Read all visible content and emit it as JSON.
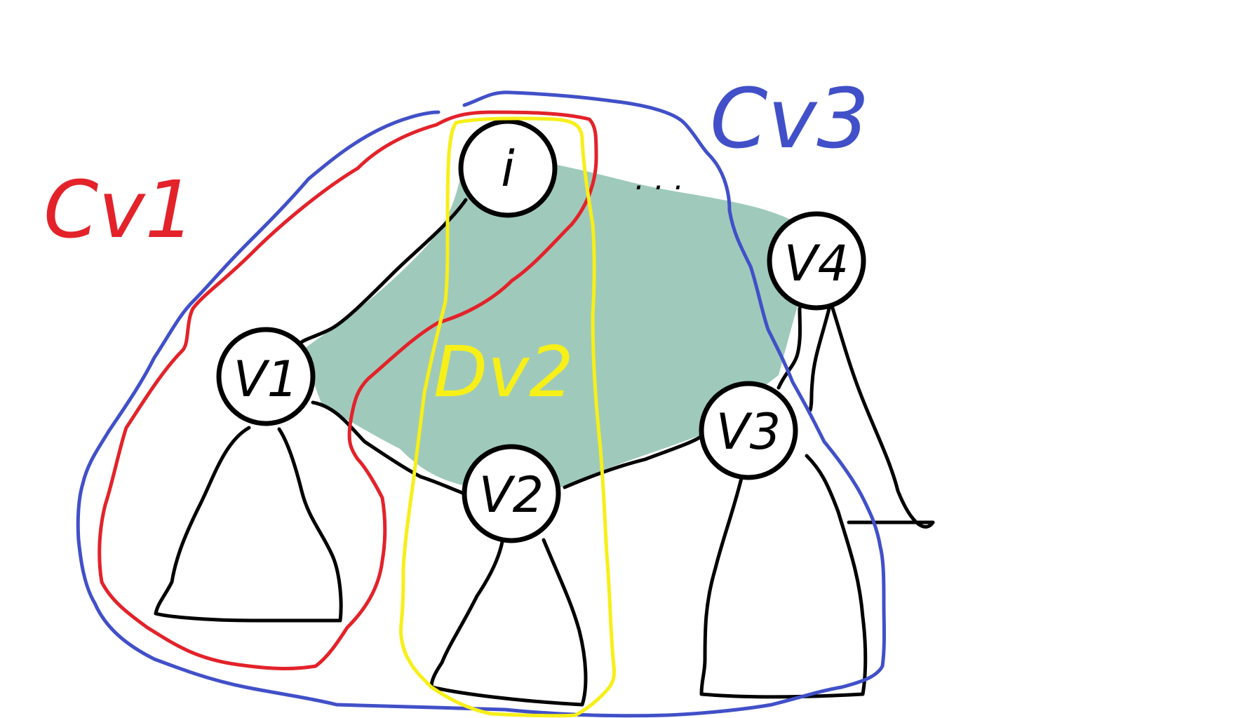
{
  "colors": {
    "background": "#ffffff",
    "ink": "#000000",
    "shading": "#9fcabb",
    "red": "#e3222a",
    "blue": "#4150c8",
    "yellow": "#f7ef18"
  },
  "nodes": {
    "root": "i",
    "v1": "V1",
    "v2": "V2",
    "v3": "V3",
    "v4": "V4"
  },
  "ellipsis": ". . .",
  "clusters": {
    "cv1": "Cv1",
    "cv2": "Dv2",
    "cv3": "Cv3"
  }
}
